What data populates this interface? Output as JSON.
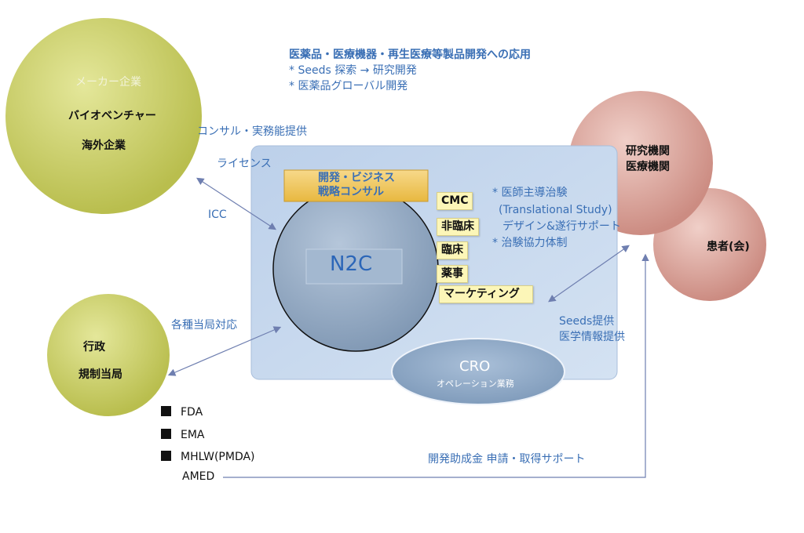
{
  "colors": {
    "accent_text": "#3a6fb5",
    "maker_circle": "#c9cd64",
    "research_circle": "#dca59c",
    "hub_panel": "#c4d6ec",
    "n2c_circle": "#9eb3cb",
    "gold_box": "#f0c75a"
  },
  "header": {
    "line1": "医薬品・医療機器・再生医療等製品開発への応用",
    "line2": "* Seeds 探索 → 研究開発",
    "line3": "* 医薬品グローバル開発"
  },
  "maker": {
    "title": "メーカー企業",
    "item1": "バイオベンチャー",
    "item2": "海外企業"
  },
  "research": {
    "line1": "研究機関",
    "line2": "医療機関"
  },
  "patient": {
    "label": "患者(会)"
  },
  "gov": {
    "title": "行政",
    "sub": "規制当局"
  },
  "hub": {
    "top_box_line1": "開発・ビジネス",
    "top_box_line2": "戦略コンサル",
    "core": "N2C",
    "services": [
      "CMC",
      "非臨床",
      "臨床",
      "薬事",
      "マーケティング"
    ],
    "cro_title": "CRO",
    "cro_sub": "オペレーション業務"
  },
  "links": {
    "consult": "コンサル・実務能提供",
    "license": "ライセンス",
    "icc": "ICC",
    "authority": "各種当局対応",
    "seeds": "Seeds提供",
    "medinfo": "医学情報提供",
    "grant": "開発助成金 申請・取得サポート"
  },
  "trial": {
    "line1": "* 医師主導治験",
    "line2": "(Translational Study)",
    "line3": "デザイン&遂行サポート",
    "line4": "* 治験協力体制"
  },
  "agencies": [
    "FDA",
    "EMA",
    "MHLW(PMDA)"
  ],
  "amed": "AMED"
}
